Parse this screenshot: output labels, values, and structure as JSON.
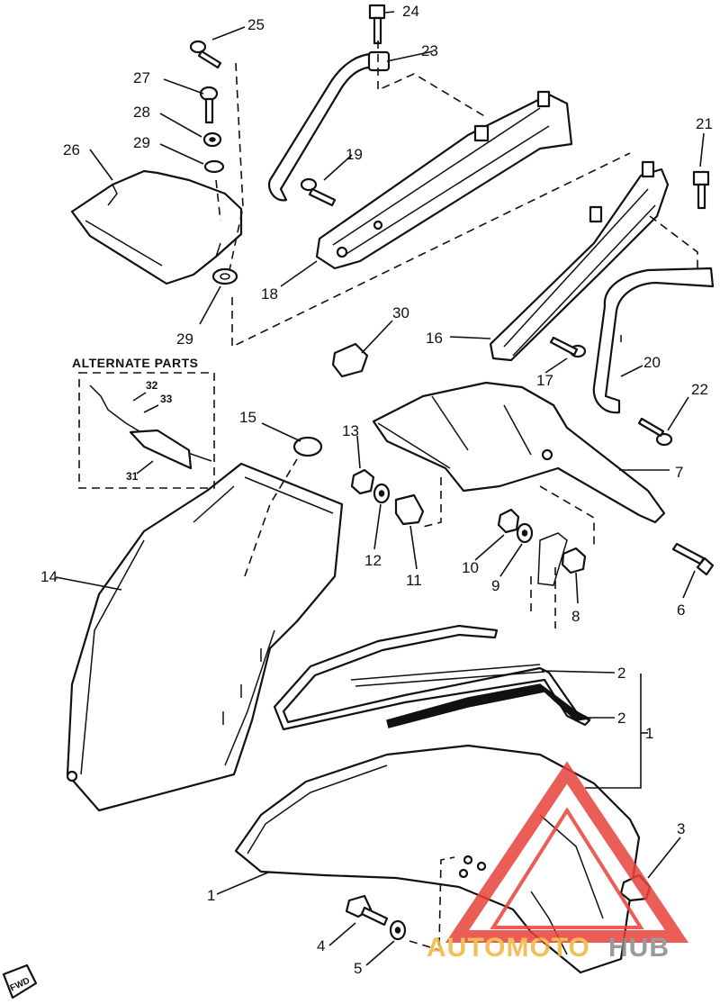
{
  "alternate_parts_title": "ALTERNATE PARTS",
  "callouts": {
    "c1a": "1",
    "c1b": "1",
    "c2a": "2",
    "c2b": "2",
    "c3": "3",
    "c4": "4",
    "c5": "5",
    "c6": "6",
    "c7": "7",
    "c8": "8",
    "c9": "9",
    "c10": "10",
    "c11": "11",
    "c12": "12",
    "c13": "13",
    "c14": "14",
    "c15": "15",
    "c16": "16",
    "c17": "17",
    "c18": "18",
    "c19": "19",
    "c20": "20",
    "c21": "21",
    "c22": "22",
    "c23": "23",
    "c24": "24",
    "c25": "25",
    "c26": "26",
    "c27": "27",
    "c28": "28",
    "c29a": "29",
    "c29b": "29",
    "c30": "30",
    "c31": "31",
    "c32": "32",
    "c33": "33"
  },
  "fwd_marker": "FWD",
  "watermark": {
    "part1": "AUTOMOTO",
    "part2": "HUB",
    "color_main": "#e8423a",
    "color_accent": "#f0b43c"
  }
}
